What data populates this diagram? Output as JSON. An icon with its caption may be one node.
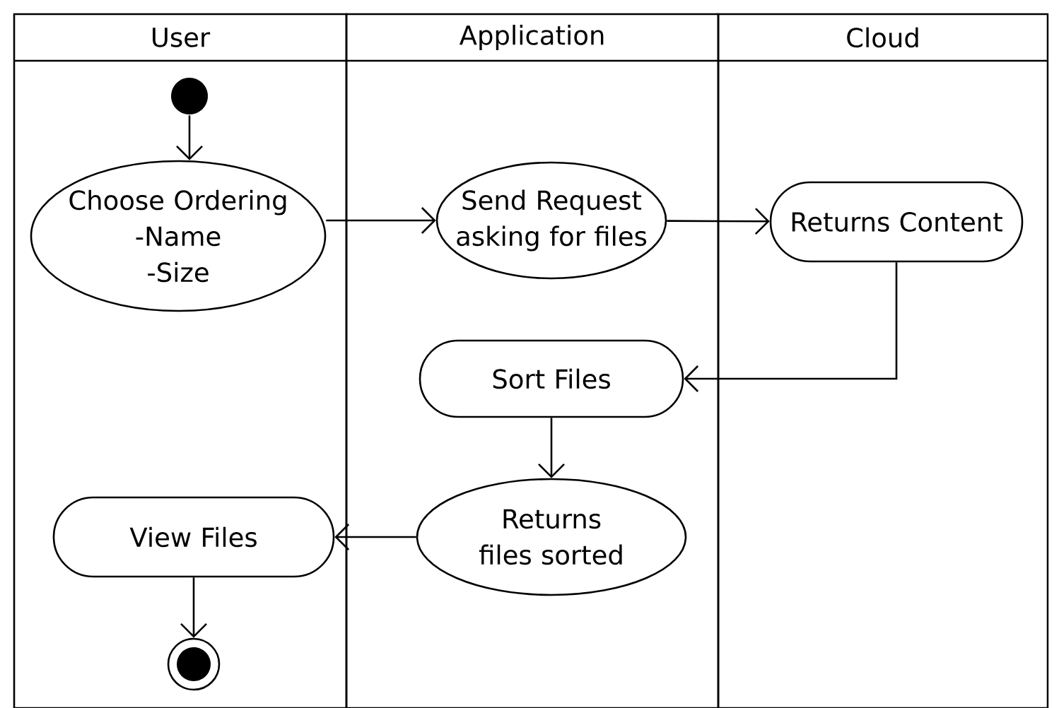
{
  "diagram": {
    "nodes": [
      {
        "text": [
          "User"
        ]
      },
      {
        "text": [
          "Application"
        ]
      },
      {
        "text": [
          "Cloud"
        ]
      },
      {
        "text": [],
        "shape": "circle",
        "in": 0
      },
      {
        "text": [
          "Choose Ordering",
          "-Name",
          "-Size"
        ],
        "in": 0
      },
      {
        "text": [
          "Send Request asking for files"
        ],
        "in": 1
      },
      {
        "text": [
          "Returns Content"
        ],
        "in": 2
      },
      {
        "text": [
          "Sort Files"
        ],
        "in": 1
      },
      {
        "text": [
          "Returns files sorted"
        ],
        "in": 1
      },
      {
        "text": [
          "View Files"
        ],
        "in": 0
      },
      {
        "text": [],
        "shape": "circle",
        "in": 0
      }
    ],
    "edges": [
      {
        "from": 3,
        "to": 4,
        "arrow": "to"
      },
      {
        "from": 4,
        "to": 5,
        "arrow": "to"
      },
      {
        "from": 5,
        "to": 6,
        "arrow": "to"
      },
      {
        "from": 6,
        "to": 7,
        "arrow": "to"
      },
      {
        "from": 7,
        "to": 8,
        "arrow": "to"
      },
      {
        "from": 8,
        "to": 9,
        "arrow": "to"
      },
      {
        "from": 9,
        "to": 10,
        "arrow": "to"
      }
    ]
  }
}
